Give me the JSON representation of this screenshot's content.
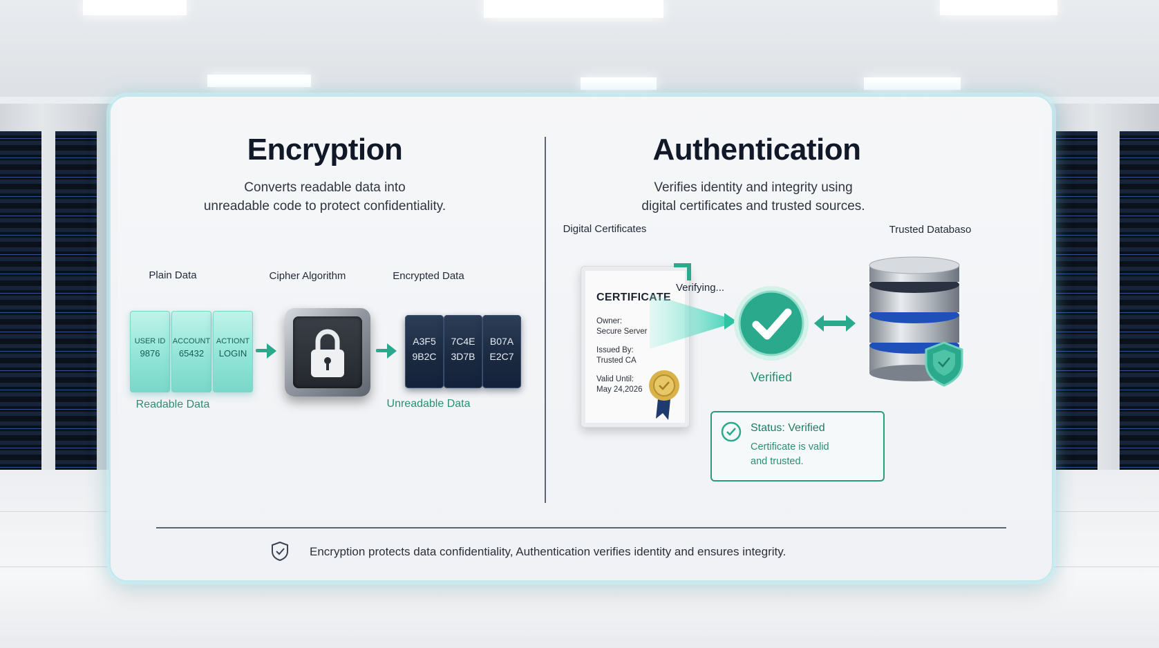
{
  "encryption": {
    "title": "Encryption",
    "description_line1": "Converts readable data into",
    "description_line2": "unreadable code to protect confidentiality.",
    "plain_label": "Plain Data",
    "cipher_label": "Cipher Algorithm",
    "encrypted_label": "Encrypted Data",
    "plain_blocks": [
      {
        "key": "USER ID",
        "value": "9876"
      },
      {
        "key": "ACCOUNT",
        "value": "65432"
      },
      {
        "key": "ACTIONT",
        "value": "LOGIN"
      }
    ],
    "encrypted_blocks": [
      {
        "top": "A3F5",
        "bottom": "9B2C"
      },
      {
        "top": "7C4E",
        "bottom": "3D7B"
      },
      {
        "top": "B07A",
        "bottom": "E2C7"
      }
    ],
    "readable_caption": "Readable Data",
    "unreadable_caption": "Unreadable Data"
  },
  "authentication": {
    "title": "Authentication",
    "description_line1": "Verifies identity and integrity using",
    "description_line2": "digital certificates and trusted sources.",
    "certificates_label": "Digital Certificates",
    "database_label": "Trusted Databaso",
    "verifying_label": "Verifying...",
    "verified_label": "Verified",
    "certificate": {
      "heading": "CERTIFICATE",
      "owner_label": "Owner:",
      "owner_value": "Secure Server",
      "issued_label": "Issued By:",
      "issued_value": "Trusted CA",
      "valid_label": "Valid Until:",
      "valid_value": "May 24,2026"
    },
    "status": {
      "title": "Status: Verified",
      "line1": "Certificate is valid",
      "line2": "and trusted."
    }
  },
  "footer": {
    "text": "Encryption protects data confidentiality, Authentication verifies identity and ensures integrity."
  },
  "colors": {
    "accent_green": "#2aa98d",
    "teal_light": "#8fe3d6",
    "dark_block": "#1a2940"
  }
}
